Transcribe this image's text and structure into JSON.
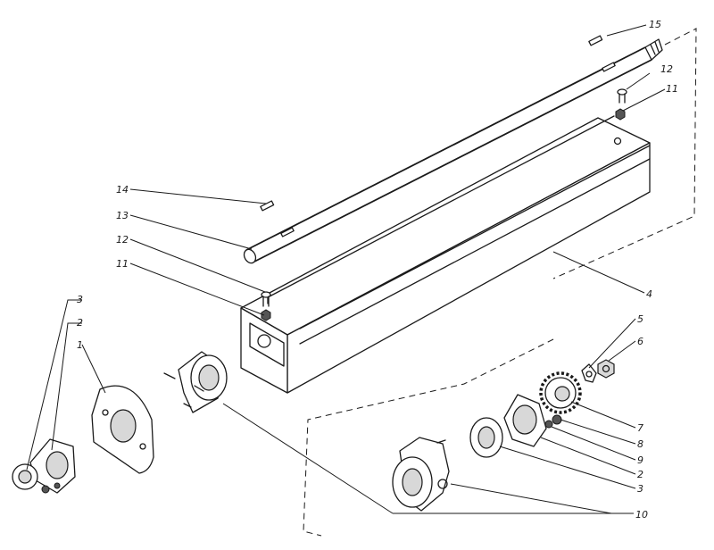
{
  "callouts": {
    "c15": "15",
    "c12_top": "12",
    "c11_top": "11",
    "c14": "14",
    "c13": "13",
    "c12_left": "12",
    "c11_left": "11",
    "c4": "4",
    "c3_left": "3",
    "c2_left": "2",
    "c1": "1",
    "c5": "5",
    "c6": "6",
    "c7": "7",
    "c8": "8",
    "c9": "9",
    "c2_right": "2",
    "c3_right": "3",
    "c10": "10"
  }
}
